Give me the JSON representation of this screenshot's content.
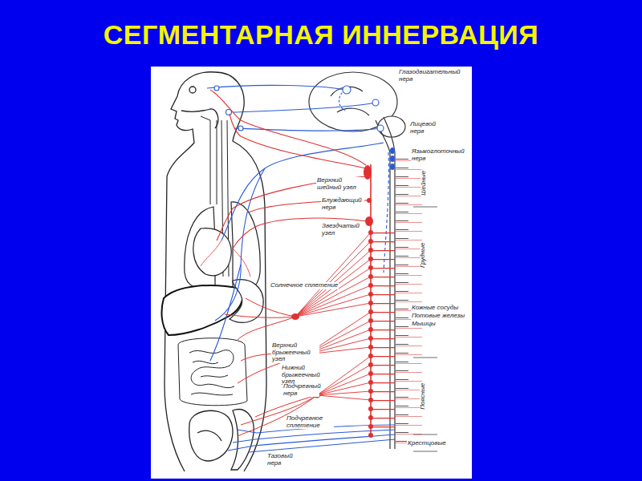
{
  "diagram": {
    "title": "СЕГМЕНТАРНАЯ ИННЕРВАЦИЯ",
    "labels": [
      "Глазодвигательный нерв",
      "Лицевой нерв",
      "Языкоглоточный нерв",
      "Верхний шейный узел",
      "Блуждающий нерв",
      "Звездчатый узел",
      "Солнечное сплетение",
      "Кожные сосуды",
      "Потовые железы",
      "Мышцы",
      "Верхний брыжеечный узел",
      "Нижний брыжеечный узел",
      "Подчревный нерв",
      "Подчревное сплетение",
      "Тазовый нерв",
      "Шейные",
      "Грудные",
      "Поясные",
      "Крестцовые"
    ]
  }
}
